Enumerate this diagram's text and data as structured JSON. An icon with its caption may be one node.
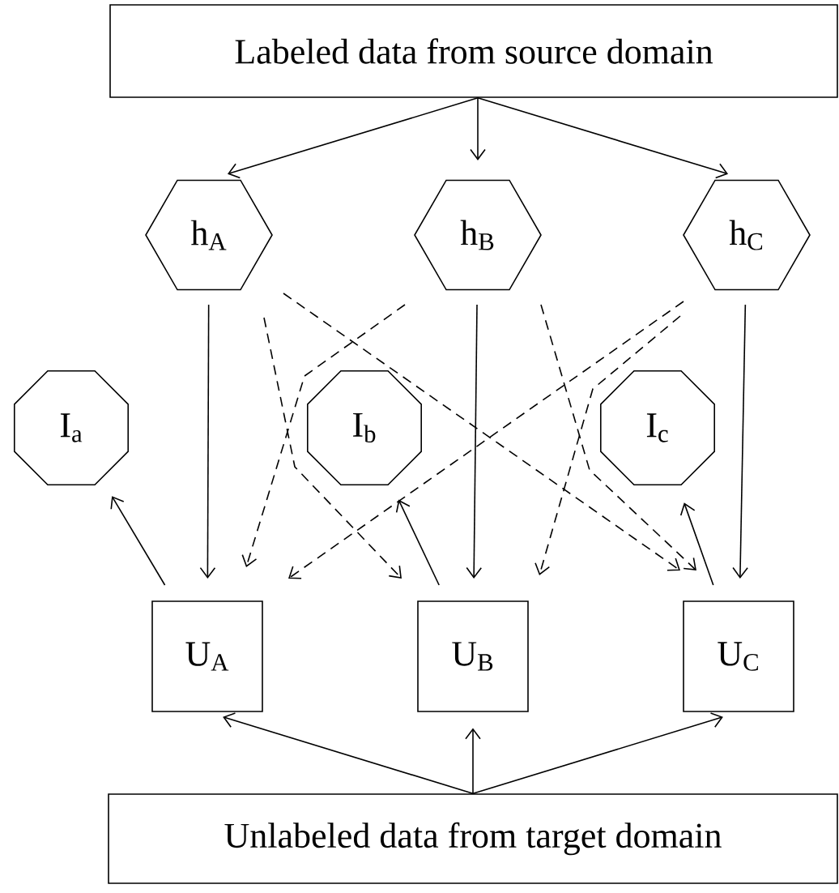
{
  "diagram": {
    "nodes": [
      {
        "text": [
          "Labeled data from source domain"
        ]
      },
      {
        "text": [
          "h$_{A}$"
        ]
      },
      {
        "text": [
          "h$_{B}$"
        ]
      },
      {
        "text": [
          "h$_{C}$"
        ]
      },
      {
        "text": [
          "I$_{a}$"
        ]
      },
      {
        "text": [
          "I$_{b}$"
        ]
      },
      {
        "text": [
          "I$_{c}$"
        ]
      },
      {
        "text": [
          "U$_{A}$"
        ]
      },
      {
        "text": [
          "U$_{B}$"
        ]
      },
      {
        "text": [
          "U$_{C}$"
        ]
      },
      {
        "text": [
          "Unlabeled data from target domain"
        ]
      }
    ],
    "edges": [
      {
        "from": 0,
        "to": 1,
        "arrow": "to"
      },
      {
        "from": 0,
        "to": 2,
        "arrow": "to"
      },
      {
        "from": 0,
        "to": 3,
        "arrow": "to"
      },
      {
        "from": 1,
        "to": 7,
        "arrow": "to"
      },
      {
        "from": 2,
        "to": 8,
        "arrow": "to"
      },
      {
        "from": 3,
        "to": 9,
        "arrow": "to"
      },
      {
        "from": 1,
        "to": 8,
        "arrow": "to",
        "style": "dashed"
      },
      {
        "from": 1,
        "to": 9,
        "arrow": "to",
        "style": "dashed"
      },
      {
        "from": 2,
        "to": 7,
        "arrow": "to",
        "style": "dashed"
      },
      {
        "from": 2,
        "to": 9,
        "arrow": "to",
        "style": "dashed"
      },
      {
        "from": 3,
        "to": 7,
        "arrow": "to",
        "style": "dashed"
      },
      {
        "from": 3,
        "to": 8,
        "arrow": "to",
        "style": "dashed"
      },
      {
        "from": 7,
        "to": 4,
        "arrow": "to"
      },
      {
        "from": 8,
        "to": 5,
        "arrow": "to"
      },
      {
        "from": 9,
        "to": 6,
        "arrow": "to"
      },
      {
        "from": 10,
        "to": 7,
        "arrow": "to"
      },
      {
        "from": 10,
        "to": 8,
        "arrow": "to"
      },
      {
        "from": 10,
        "to": 9,
        "arrow": "to"
      }
    ]
  }
}
